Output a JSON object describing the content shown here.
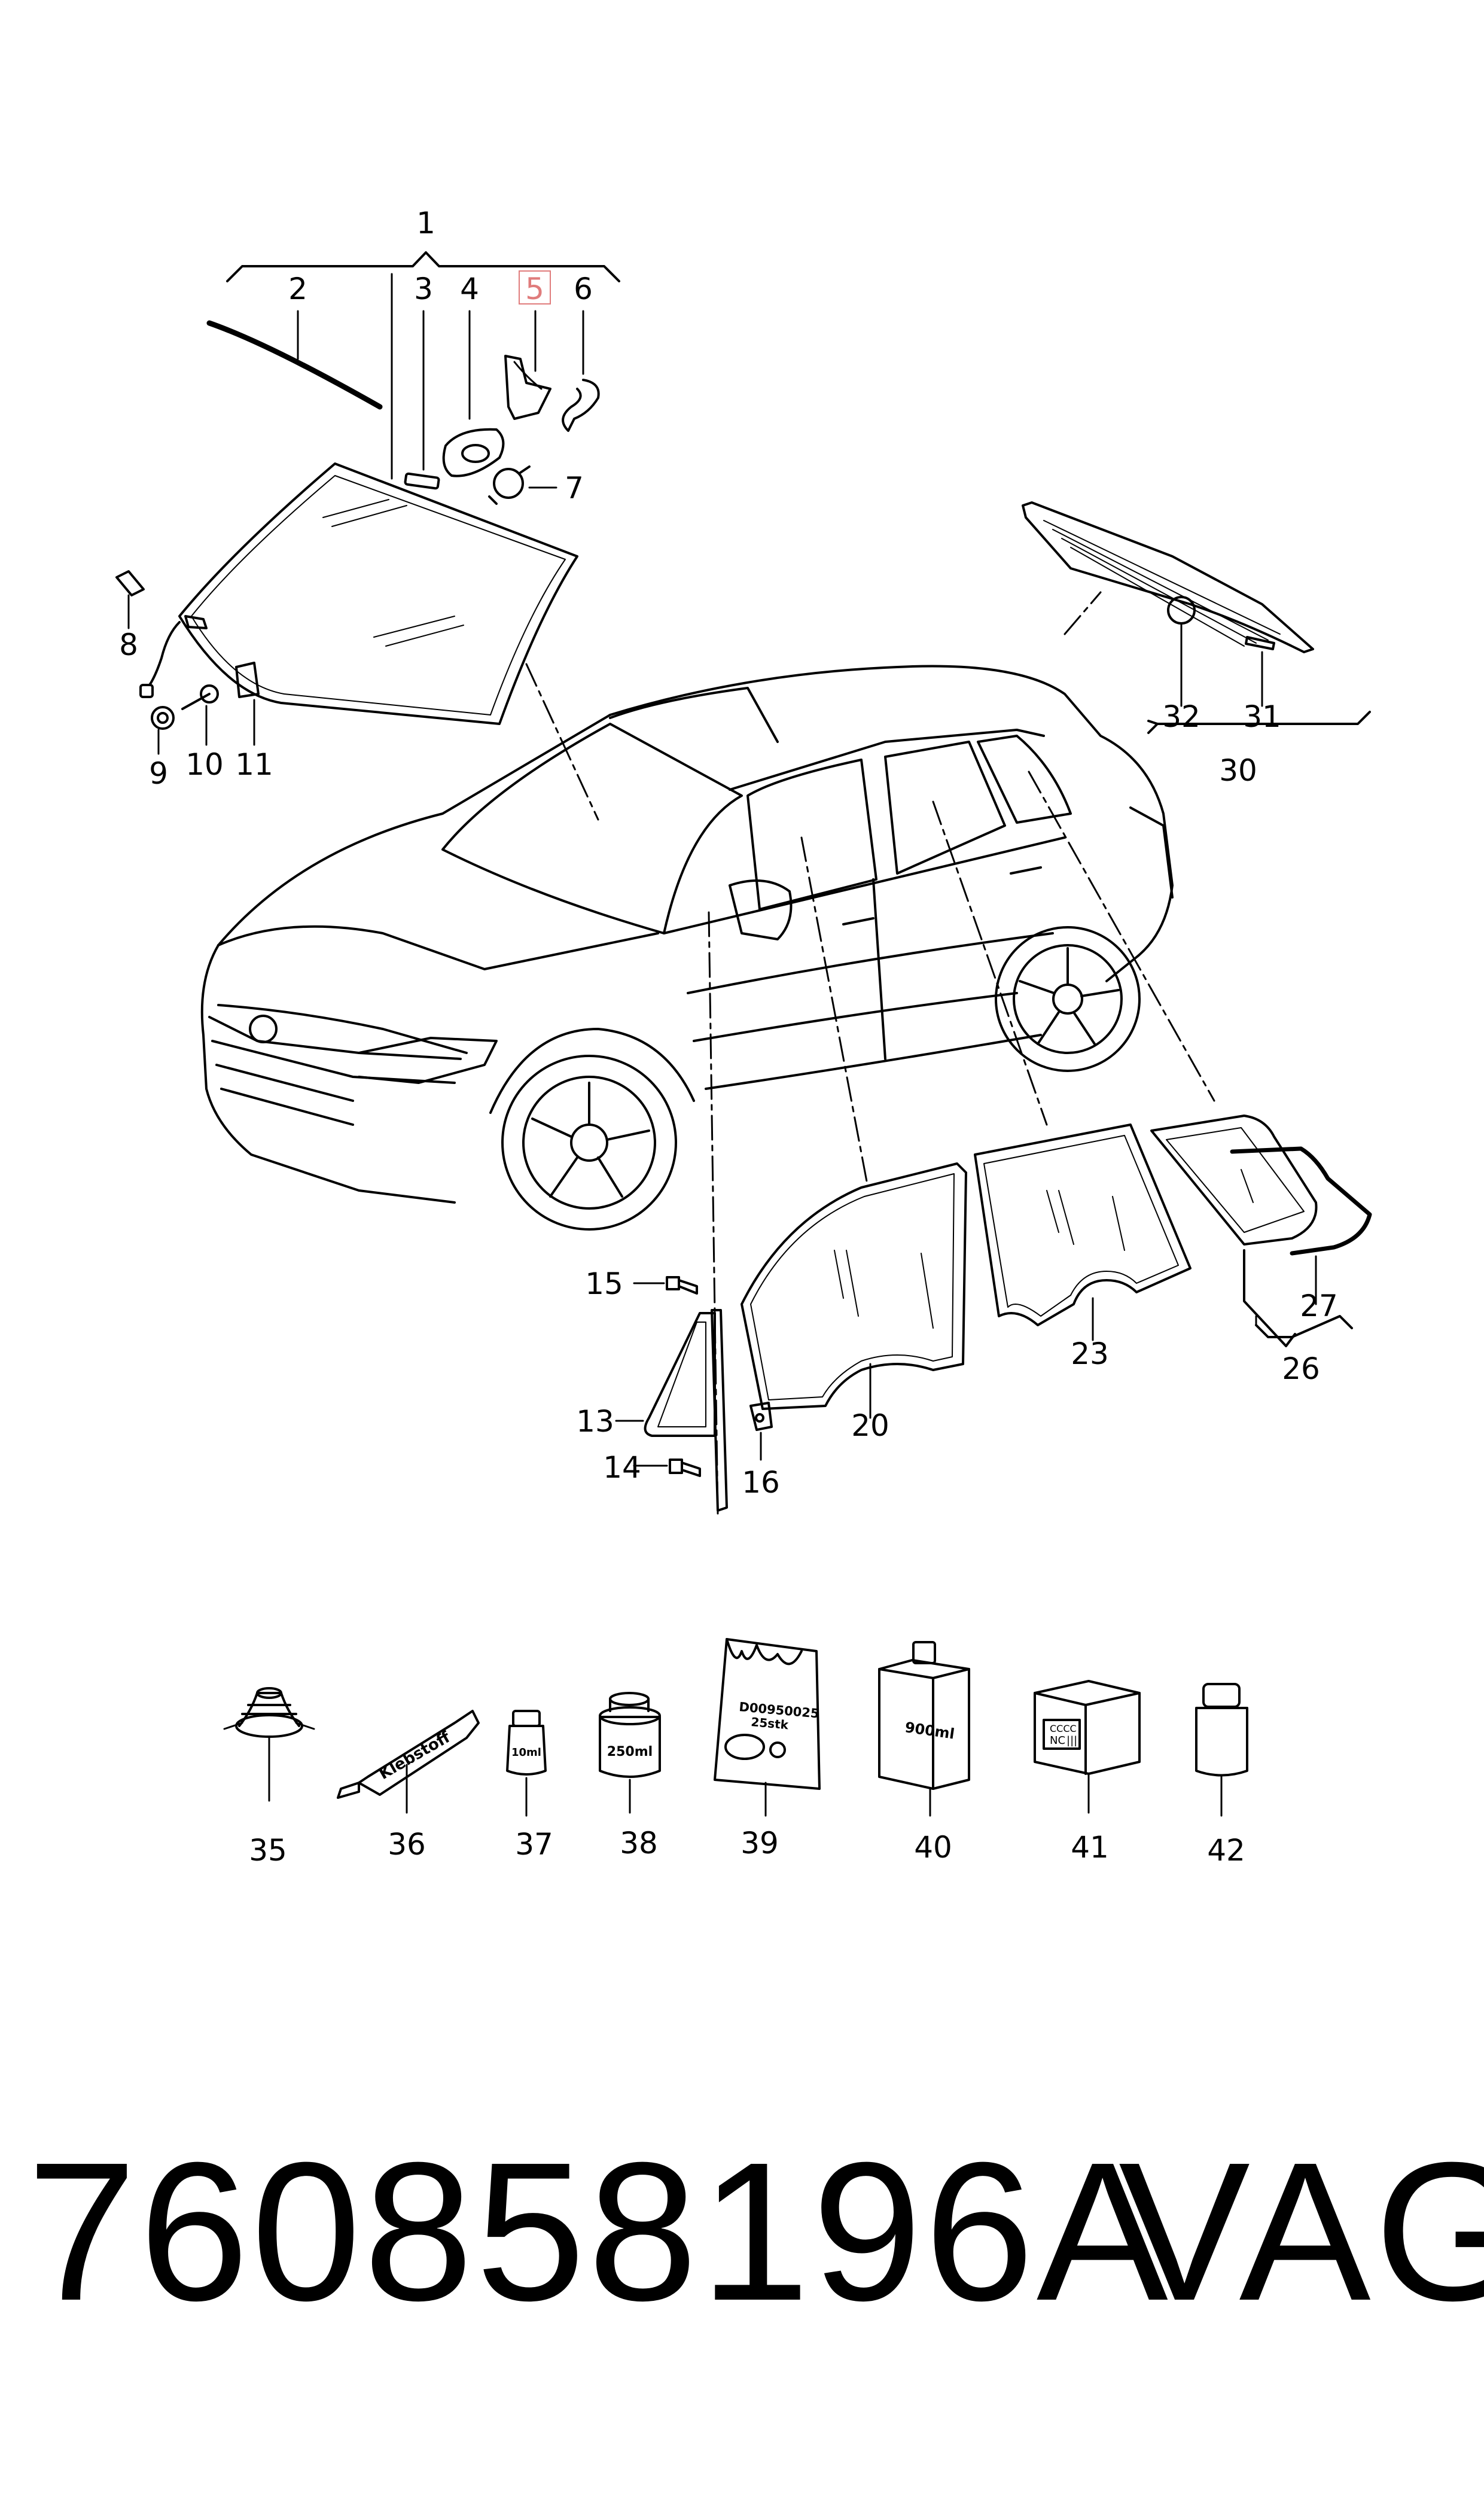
{
  "diagram": {
    "callouts": [
      "1",
      "2",
      "3",
      "4",
      "5",
      "6",
      "7",
      "8",
      "9",
      "10",
      "11",
      "13",
      "14",
      "15",
      "16",
      "20",
      "23",
      "26",
      "27",
      "30",
      "31",
      "32",
      "35",
      "36",
      "37",
      "38",
      "39",
      "40",
      "41",
      "42"
    ],
    "highlighted_callout": "5",
    "highlight_color": "#e07c7c",
    "line_color": "#000000",
    "product_labels": {
      "tube": "Klebstoff",
      "bottle_37": "10ml",
      "can_38": "250ml",
      "bag_code": "D00950025",
      "bag_qty": "25stk",
      "box_40": "900ml",
      "box_41_line1": "CCCC",
      "box_41_line2": "NC",
      "box_41_bars": "|||"
    }
  },
  "footer": {
    "part_number": "760858196A",
    "brand": "VAG"
  }
}
